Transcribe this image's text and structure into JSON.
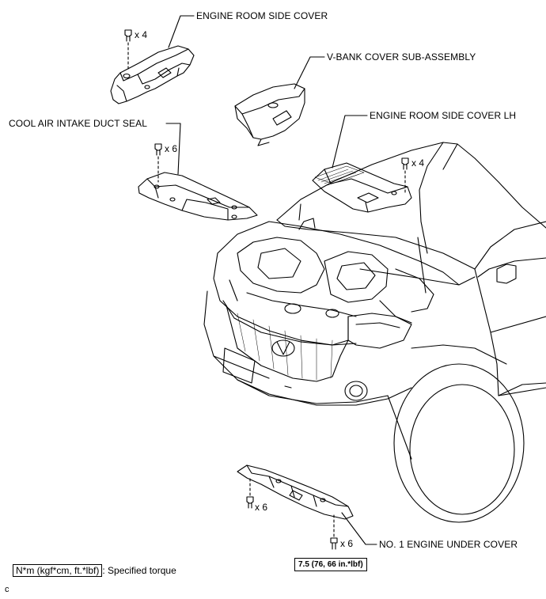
{
  "labels": {
    "engine_room_side_cover": "ENGINE ROOM SIDE COVER",
    "v_bank_cover": "V-BANK COVER SUB-ASSEMBLY",
    "cool_air_intake_duct_seal": "COOL AIR INTAKE DUCT SEAL",
    "engine_room_side_cover_lh": "ENGINE ROOM SIDE COVER LH",
    "no1_engine_under_cover": "NO. 1 ENGINE UNDER COVER"
  },
  "quantities": {
    "side_cover_clips": "x 4",
    "duct_seal_clips": "x 6",
    "side_cover_lh_clips": "x 4",
    "under_cover_clips_front": "x 6",
    "under_cover_bolts": "x 6"
  },
  "torque": "7.5 (76, 66 in.*lbf)",
  "legend": {
    "unit": "N*m (kgf*cm, ft.*lbf)",
    "text": ": Specified torque"
  },
  "figure_code": "c"
}
